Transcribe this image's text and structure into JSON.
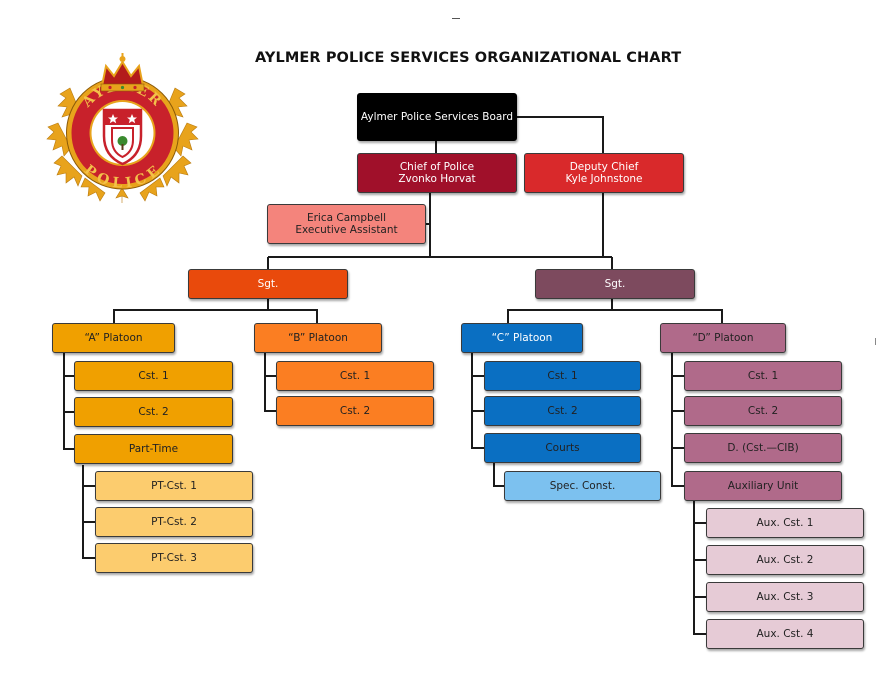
{
  "title": "AYLMER POLICE SERVICES ORGANIZATIONAL CHART",
  "crest": {
    "ring_text_top": "AYLMER",
    "ring_text_bottom": "POLICE",
    "colors": {
      "gold": "#e8a31c",
      "red": "#c8212b",
      "crown": "#b31b1b",
      "white": "#ffffff",
      "green": "#3a8a2e"
    }
  },
  "board": {
    "line1": "Aylmer Police Services Board"
  },
  "chief": {
    "line1": "Chief of Police",
    "line2": "Zvonko Horvat"
  },
  "deputy": {
    "line1": "Deputy Chief",
    "line2": "Kyle Johnstone"
  },
  "assistant": {
    "line1": "Erica Campbell",
    "line2": "Executive Assistant"
  },
  "sgt_left": {
    "label": "Sgt."
  },
  "sgt_right": {
    "label": "Sgt."
  },
  "platoon_a": {
    "label": "“A” Platoon",
    "members": [
      "Cst. 1",
      "Cst. 2",
      "Part-Time"
    ],
    "part_time": [
      "PT-Cst. 1",
      "PT-Cst. 2",
      "PT-Cst. 3"
    ]
  },
  "platoon_b": {
    "label": "“B” Platoon",
    "members": [
      "Cst. 1",
      "Cst. 2"
    ]
  },
  "platoon_c": {
    "label": "“C” Platoon",
    "members": [
      "Cst. 1",
      "Cst. 2",
      "Courts"
    ],
    "courts": [
      "Spec. Const."
    ]
  },
  "platoon_d": {
    "label": "“D” Platoon",
    "members": [
      "Cst. 1",
      "Cst. 2",
      "D. (Cst.—CIB)",
      "Auxiliary Unit"
    ],
    "auxiliary": [
      "Aux. Cst. 1",
      "Aux. Cst. 2",
      "Aux. Cst. 3",
      "Aux. Cst. 4"
    ]
  },
  "colors": {
    "board": "#000000",
    "chief": "#a0102a",
    "deputy": "#d9292b",
    "assistant": "#f4847c",
    "sgt_left": "#e94a0c",
    "sgt_right": "#7d4a5e",
    "a_orange": "#f0a000",
    "a_light": "#fccc6e",
    "b_orange": "#fb7e22",
    "c_blue": "#0a6fc2",
    "c_light": "#7cc1ef",
    "d_mauve": "#b06a8a",
    "d_light": "#e6cbd6"
  }
}
